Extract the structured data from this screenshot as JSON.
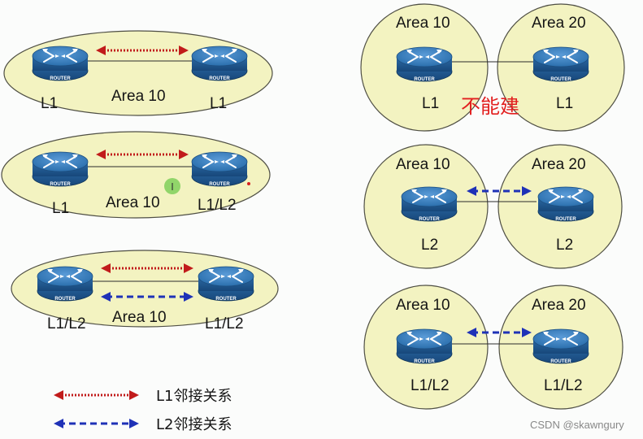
{
  "diagram": {
    "scenarios_left": [
      {
        "area": "Area 10",
        "left_router": "L1",
        "right_router": "L1",
        "relation": "L1"
      },
      {
        "area": "Area 10",
        "left_router": "L1",
        "right_router": "L1/L2",
        "relation": "L1"
      },
      {
        "area": "Area 10",
        "left_router": "L1/L2",
        "right_router": "L1/L2",
        "relation": "L1+L2"
      }
    ],
    "scenarios_right": [
      {
        "left_area": "Area 10",
        "right_area": "Area 20",
        "left_router": "L1",
        "right_router": "L1",
        "note": "不能建"
      },
      {
        "left_area": "Area 10",
        "right_area": "Area 20",
        "left_router": "L2",
        "right_router": "L2",
        "relation": "L2"
      },
      {
        "left_area": "Area 10",
        "right_area": "Area 20",
        "left_router": "L1/L2",
        "right_router": "L1/L2",
        "relation": "L2"
      }
    ],
    "router_word": "ROUTER",
    "legend": {
      "l1": "L1邻接关系",
      "l2": "L2邻接关系"
    },
    "watermark": "CSDN @skawngury",
    "colors": {
      "area_fill": "#f3f3c1",
      "router_blue": "#2e78b5",
      "l1_arrow": "#c11b1b",
      "l2_arrow": "#1f32b7",
      "note_red": "#e21f1f"
    }
  }
}
